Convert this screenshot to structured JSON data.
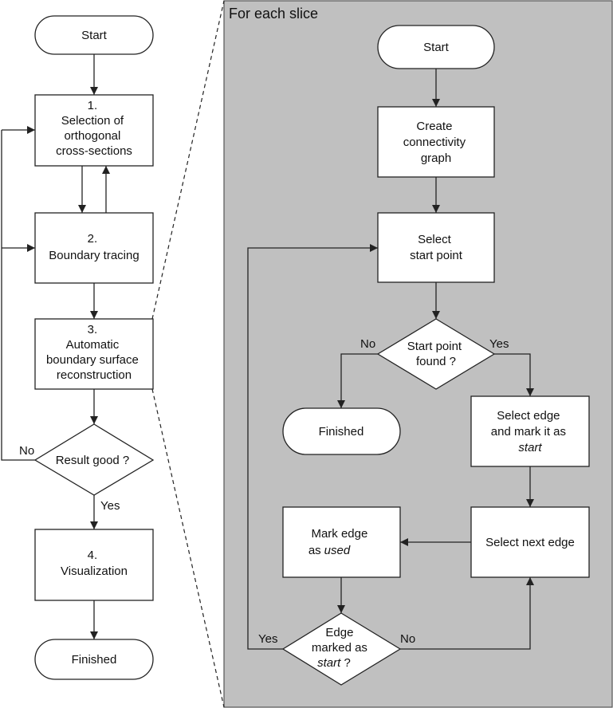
{
  "panel_title": "For each slice",
  "left": {
    "start": "Start",
    "step1": [
      "1.",
      "Selection of",
      "orthogonal",
      "cross-sections"
    ],
    "step2": [
      "2.",
      "Boundary tracing"
    ],
    "step3": [
      "3.",
      "Automatic",
      "boundary surface",
      "reconstruction"
    ],
    "decision": "Result good ?",
    "no": "No",
    "yes": "Yes",
    "step4": [
      "4.",
      "Visualization"
    ],
    "finished": "Finished"
  },
  "right": {
    "start": "Start",
    "create": [
      "Create",
      "connectivity",
      "graph"
    ],
    "select_start": [
      "Select",
      "start point"
    ],
    "decision1": [
      "Start point",
      "found ?"
    ],
    "no": "No",
    "yes": "Yes",
    "finished": "Finished",
    "select_edge": [
      "Select edge",
      "and mark it as",
      "start"
    ],
    "select_next": "Select next edge",
    "mark_edge": [
      "Mark edge",
      "as",
      "used"
    ],
    "decision2": [
      "Edge",
      "marked as",
      "start",
      " ?"
    ],
    "yes2": "Yes",
    "no2": "No"
  }
}
